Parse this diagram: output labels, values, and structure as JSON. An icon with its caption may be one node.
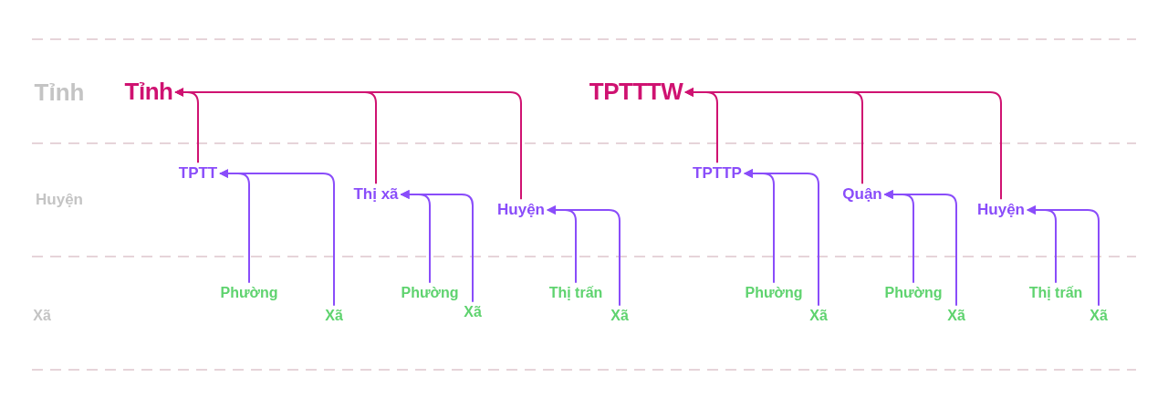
{
  "diagram": {
    "nodes": [
      {
        "text": [
          "Tỉnh"
        ]
      },
      {
        "text": [
          "TPTTTW"
        ]
      },
      {
        "text": [
          "TPTT"
        ]
      },
      {
        "text": [
          "Thị xã"
        ]
      },
      {
        "text": [
          "Huyện"
        ]
      },
      {
        "text": [
          "TPTTP"
        ]
      },
      {
        "text": [
          "Quận"
        ]
      },
      {
        "text": [
          "Huyện"
        ]
      },
      {
        "text": [
          "Phường"
        ]
      },
      {
        "text": [
          "Xã"
        ]
      },
      {
        "text": [
          "Phường"
        ]
      },
      {
        "text": [
          "Xã"
        ]
      },
      {
        "text": [
          "Thị trấn"
        ]
      },
      {
        "text": [
          "Xã"
        ]
      },
      {
        "text": [
          "Phường"
        ]
      },
      {
        "text": [
          "Xã"
        ]
      },
      {
        "text": [
          "Phường"
        ]
      },
      {
        "text": [
          "Xã"
        ]
      },
      {
        "text": [
          "Thị trấn"
        ]
      },
      {
        "text": [
          "Xã"
        ]
      }
    ],
    "edges": [
      {
        "from": 2,
        "to": 0,
        "arrow": "to",
        "color": "#cf1271"
      },
      {
        "from": 3,
        "to": 0,
        "arrow": "to",
        "color": "#cf1271"
      },
      {
        "from": 4,
        "to": 0,
        "arrow": "to",
        "color": "#cf1271"
      },
      {
        "from": 5,
        "to": 1,
        "arrow": "to",
        "color": "#cf1271"
      },
      {
        "from": 6,
        "to": 1,
        "arrow": "to",
        "color": "#cf1271"
      },
      {
        "from": 7,
        "to": 1,
        "arrow": "to",
        "color": "#cf1271"
      },
      {
        "from": 8,
        "to": 2,
        "arrow": "to"
      },
      {
        "from": 9,
        "to": 2,
        "arrow": "to"
      },
      {
        "from": 10,
        "to": 3,
        "arrow": "to"
      },
      {
        "from": 11,
        "to": 3,
        "arrow": "to"
      },
      {
        "from": 12,
        "to": 4,
        "arrow": "to"
      },
      {
        "from": 13,
        "to": 4,
        "arrow": "to"
      },
      {
        "from": 14,
        "to": 5,
        "arrow": "to"
      },
      {
        "from": 15,
        "to": 5,
        "arrow": "to"
      },
      {
        "from": 16,
        "to": 6,
        "arrow": "to"
      },
      {
        "from": 17,
        "to": 6,
        "arrow": "to"
      },
      {
        "from": 18,
        "to": 7,
        "arrow": "to"
      },
      {
        "from": 19,
        "to": 7,
        "arrow": "to"
      }
    ],
    "labels": [
      "Tỉnh",
      "Huyện",
      "Xã"
    ]
  }
}
